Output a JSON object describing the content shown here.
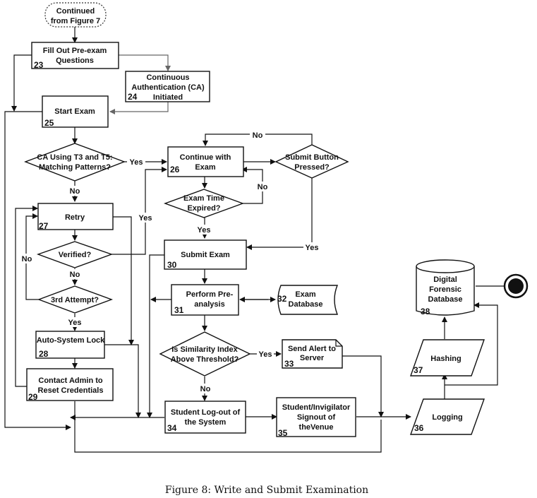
{
  "caption": "Figure 8: Write and Submit Examination",
  "start": {
    "line1": "Continued",
    "line2": "from Figure 7"
  },
  "nodes": {
    "n23": {
      "num": "23",
      "lines": [
        "Fill Out Pre-exam",
        "Questions"
      ]
    },
    "n24": {
      "num": "24",
      "lines": [
        "Continuous",
        "Authentication (CA)",
        "Initiated"
      ]
    },
    "n25": {
      "num": "25",
      "lines": [
        "Start Exam"
      ]
    },
    "d_ca": {
      "lines": [
        "CA Using T3 and T5:",
        "Matching Patterns?"
      ]
    },
    "n26": {
      "num": "26",
      "lines": [
        "Continue with",
        "Exam"
      ]
    },
    "d_submit": {
      "lines": [
        "Submit Button",
        "Pressed?"
      ]
    },
    "d_time": {
      "lines": [
        "Exam Time",
        "Expired?"
      ]
    },
    "n27": {
      "num": "27",
      "lines": [
        "Retry"
      ]
    },
    "d_verified": {
      "lines": [
        "Verified?"
      ]
    },
    "d_attempt": {
      "lines": [
        "3rd Attempt?"
      ]
    },
    "n28": {
      "num": "28",
      "lines": [
        "Auto-System Lock"
      ]
    },
    "n29": {
      "num": "29",
      "lines": [
        "Contact Admin to",
        "Reset Credentials"
      ]
    },
    "n30": {
      "num": "30",
      "lines": [
        "Submit Exam"
      ]
    },
    "n31": {
      "num": "31",
      "lines": [
        "Perform Pre-",
        "analysis"
      ]
    },
    "n32": {
      "num": "32",
      "lines": [
        "Exam",
        "Database"
      ]
    },
    "d_sim": {
      "lines": [
        "Is Similarity Index",
        "Above Threshold?"
      ]
    },
    "n33": {
      "num": "33",
      "lines": [
        "Send Alert to",
        "Server"
      ]
    },
    "n34": {
      "num": "34",
      "lines": [
        "Student Log-out of",
        "the System"
      ]
    },
    "n35": {
      "num": "35",
      "lines": [
        "Student/Invigilator",
        "Signout of",
        "theVenue"
      ]
    },
    "n36": {
      "num": "36",
      "lines": [
        "Logging"
      ]
    },
    "n37": {
      "num": "37",
      "lines": [
        "Hashing"
      ]
    },
    "n38": {
      "num": "38",
      "lines": [
        "Digital",
        "Forensic",
        "Database"
      ]
    }
  },
  "edge_labels": {
    "yes": "Yes",
    "no": "No"
  }
}
